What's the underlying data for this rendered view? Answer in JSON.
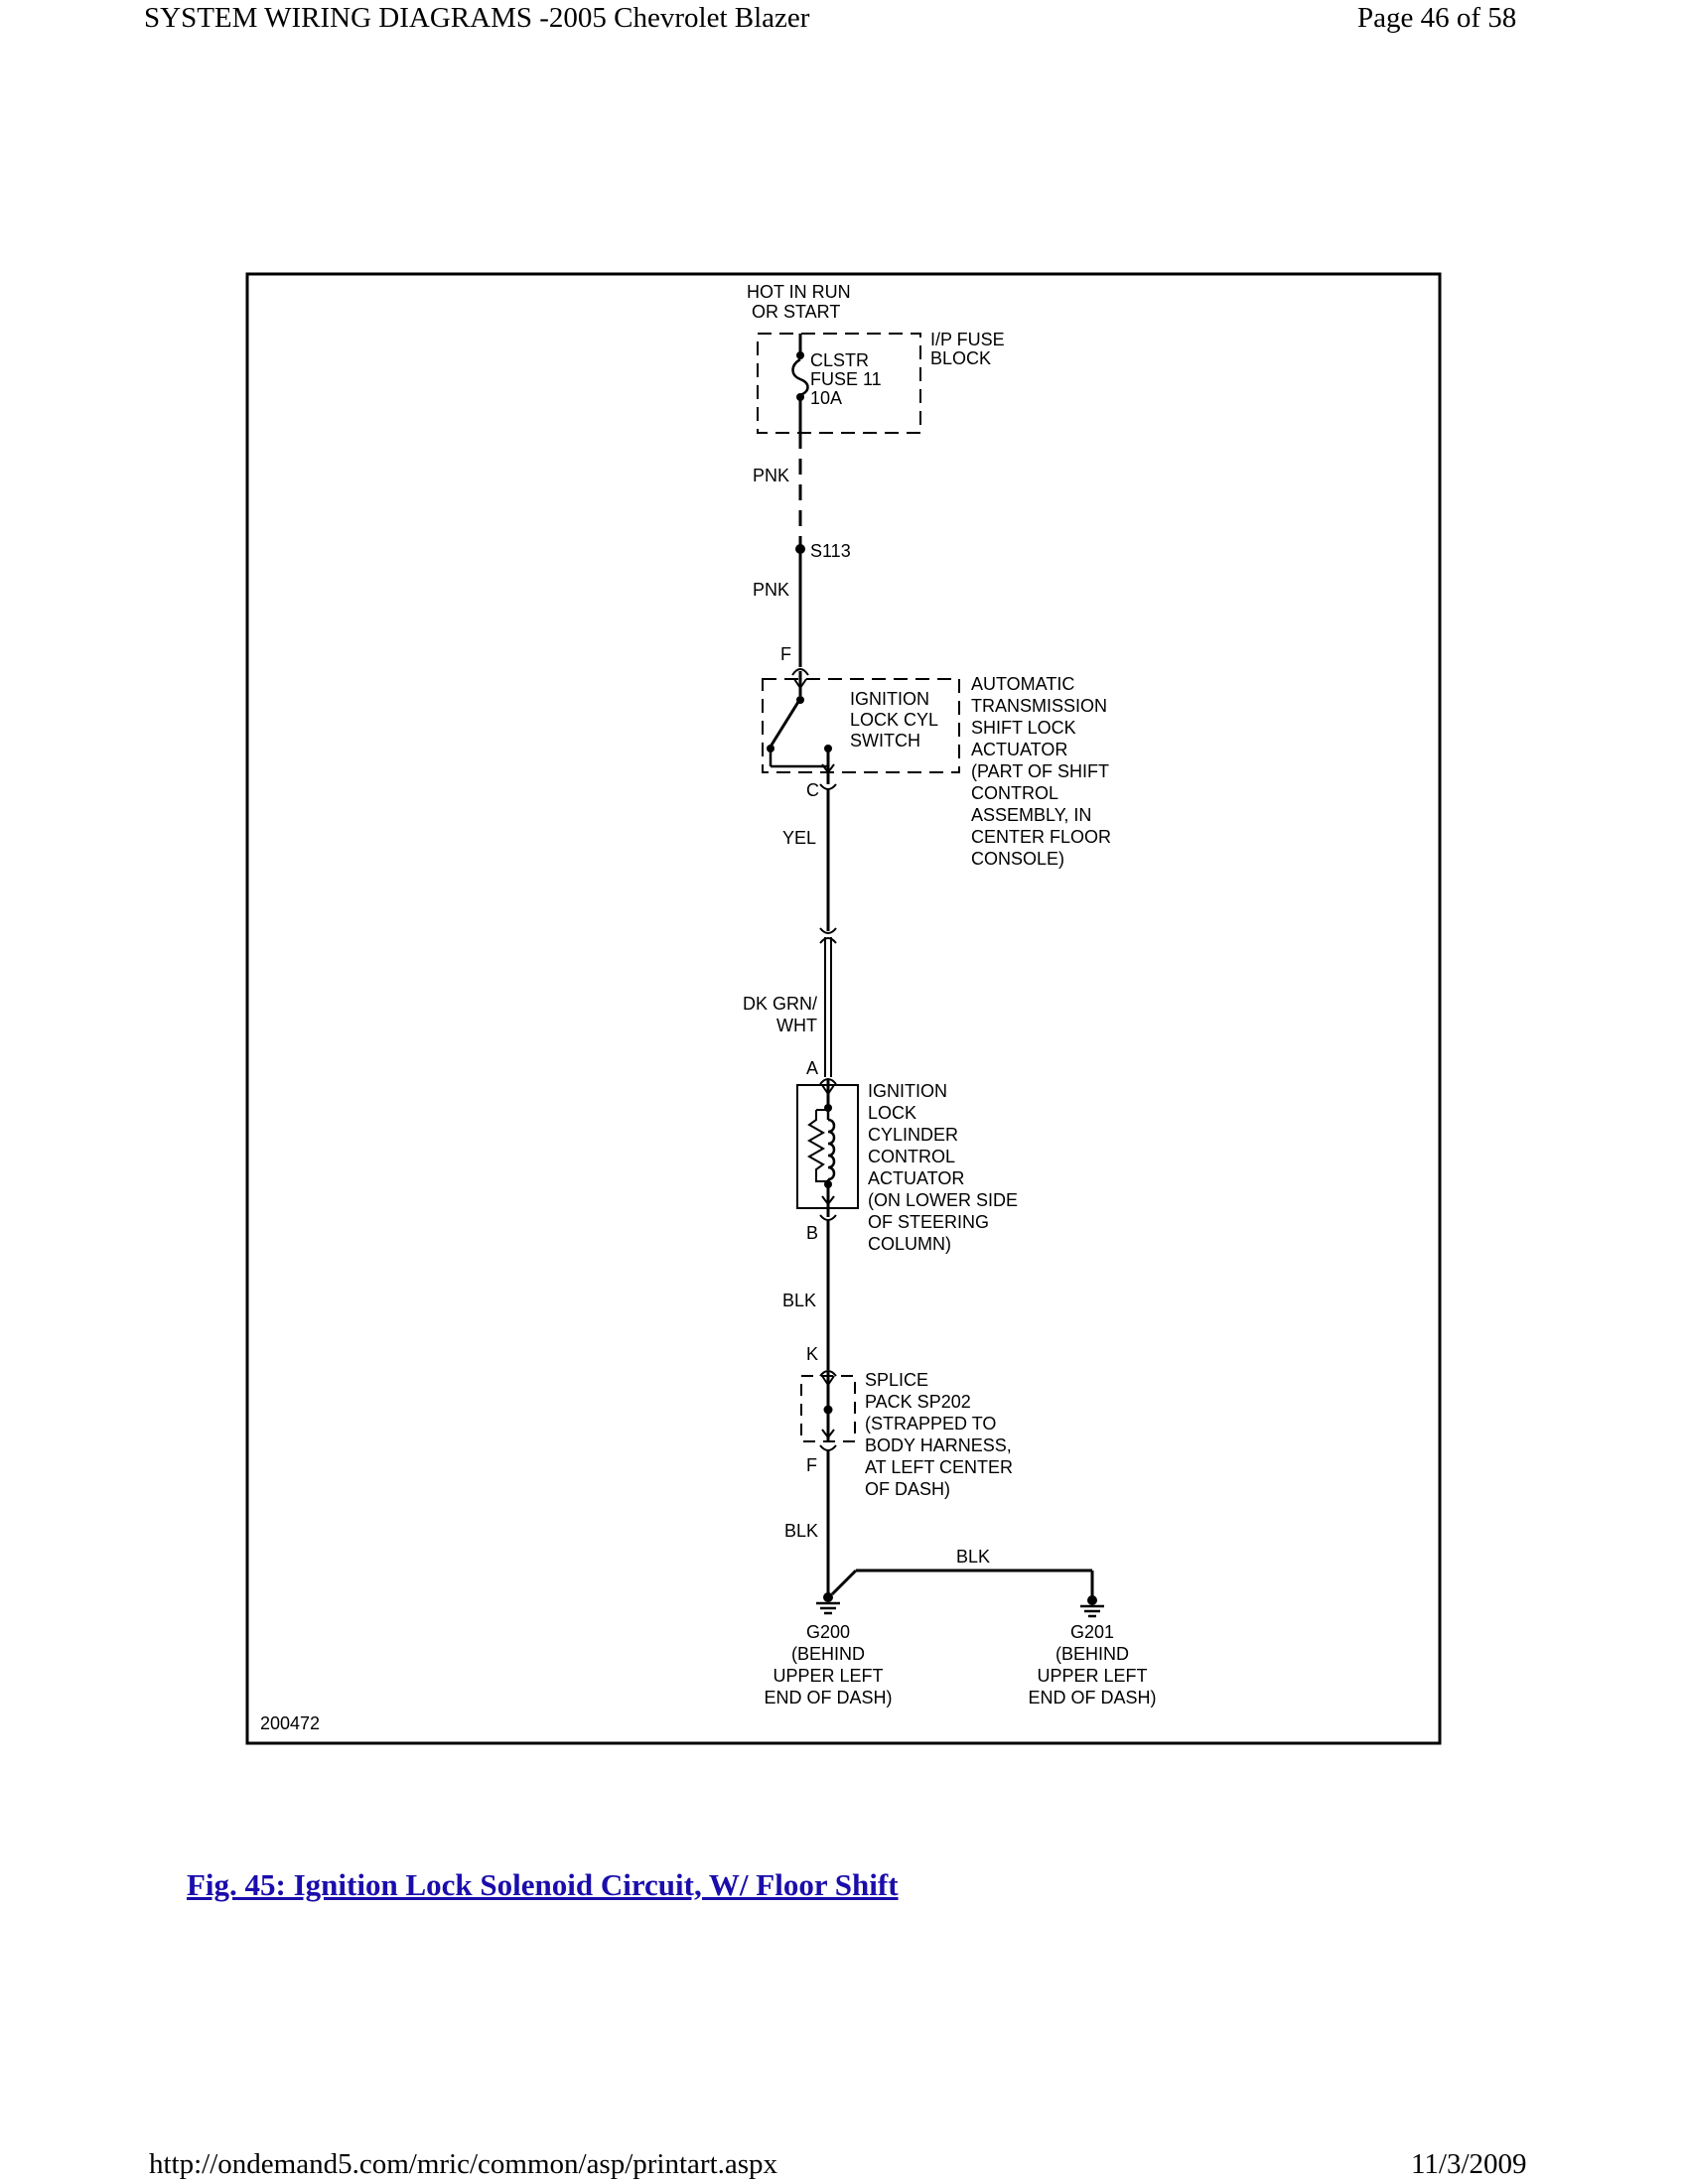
{
  "header": {
    "title": "SYSTEM WIRING DIAGRAMS -2005 Chevrolet Blazer",
    "page": "Page 46 of 58"
  },
  "footer": {
    "url": "http://ondemand5.com/mric/common/asp/printart.aspx",
    "date": "11/3/2009"
  },
  "figure": {
    "caption": "Fig. 45: Ignition Lock Solenoid Circuit, W/ Floor Shift",
    "figure_id": "200472"
  },
  "diagram": {
    "power_source": [
      "HOT IN RUN",
      "OR START"
    ],
    "fuse_block": [
      "I/P FUSE",
      "BLOCK"
    ],
    "fuse": [
      "CLSTR",
      "FUSE 11",
      "10A"
    ],
    "wire_pnk_1": "PNK",
    "splice_s113": "S113",
    "wire_pnk_2": "PNK",
    "pin_f_top": "F",
    "switch_label": [
      "IGNITION",
      "LOCK CYL",
      "SWITCH"
    ],
    "actuator_desc": [
      "AUTOMATIC",
      "TRANSMISSION",
      "SHIFT LOCK",
      "ACTUATOR",
      "(PART OF SHIFT",
      "CONTROL",
      "ASSEMBLY, IN",
      "CENTER FLOOR",
      "CONSOLE)"
    ],
    "pin_c": "C",
    "wire_yel": "YEL",
    "wire_dkgrn": [
      "DK GRN/",
      "WHT"
    ],
    "pin_a": "A",
    "solenoid_desc": [
      "IGNITION",
      "LOCK",
      "CYLINDER",
      "CONTROL",
      "ACTUATOR",
      "(ON LOWER SIDE",
      "OF STEERING",
      "COLUMN)"
    ],
    "pin_b": "B",
    "wire_blk_1": "BLK",
    "pin_k": "K",
    "splice_pack": [
      "SPLICE",
      "PACK SP202",
      "(STRAPPED TO",
      "BODY HARNESS,",
      "AT LEFT CENTER",
      "OF DASH)"
    ],
    "pin_f_bottom": "F",
    "wire_blk_2": "BLK",
    "wire_blk_3": "BLK",
    "ground_g200": [
      "G200",
      "(BEHIND",
      "UPPER LEFT",
      "END OF DASH)"
    ],
    "ground_g201": [
      "G201",
      "(BEHIND",
      "UPPER LEFT",
      "END OF DASH)"
    ]
  }
}
